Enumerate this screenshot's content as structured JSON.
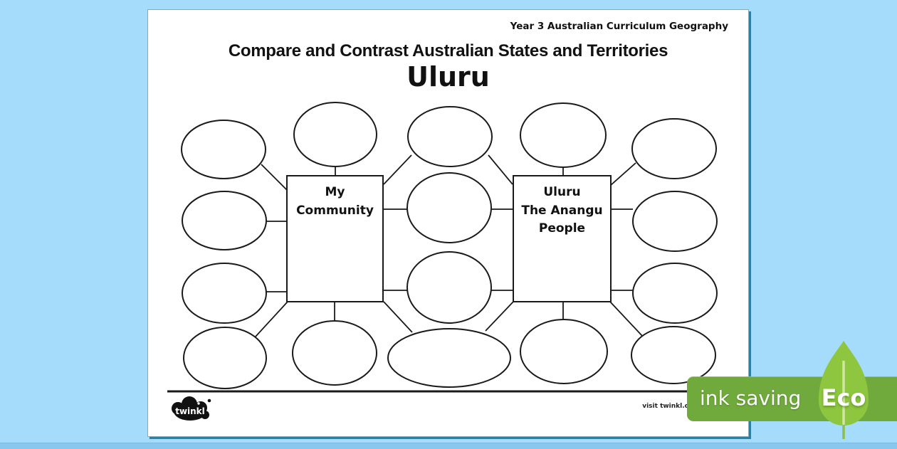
{
  "header": {
    "corner_tag": "Year 3 Australian Curriculum Geography",
    "title": "Compare and Contrast Australian States and Territories",
    "subtitle": "Uluru"
  },
  "diagram": {
    "left_box_label": "My\nCommunity",
    "right_box_label": "Uluru\nThe Anangu\nPeople",
    "bubble_count": 16
  },
  "footer": {
    "logo_text": "twinkl",
    "visit_text": "visit twinkl.c"
  },
  "eco_banner": {
    "label": "ink saving",
    "badge": "Eco"
  },
  "colors": {
    "background": "#a6dcfb",
    "page": "#ffffff",
    "ink": "#1a1a1a",
    "banner_green": "#71aa3c",
    "leaf_green": "#8ec63f",
    "page_edge": "#2e7fa3"
  }
}
